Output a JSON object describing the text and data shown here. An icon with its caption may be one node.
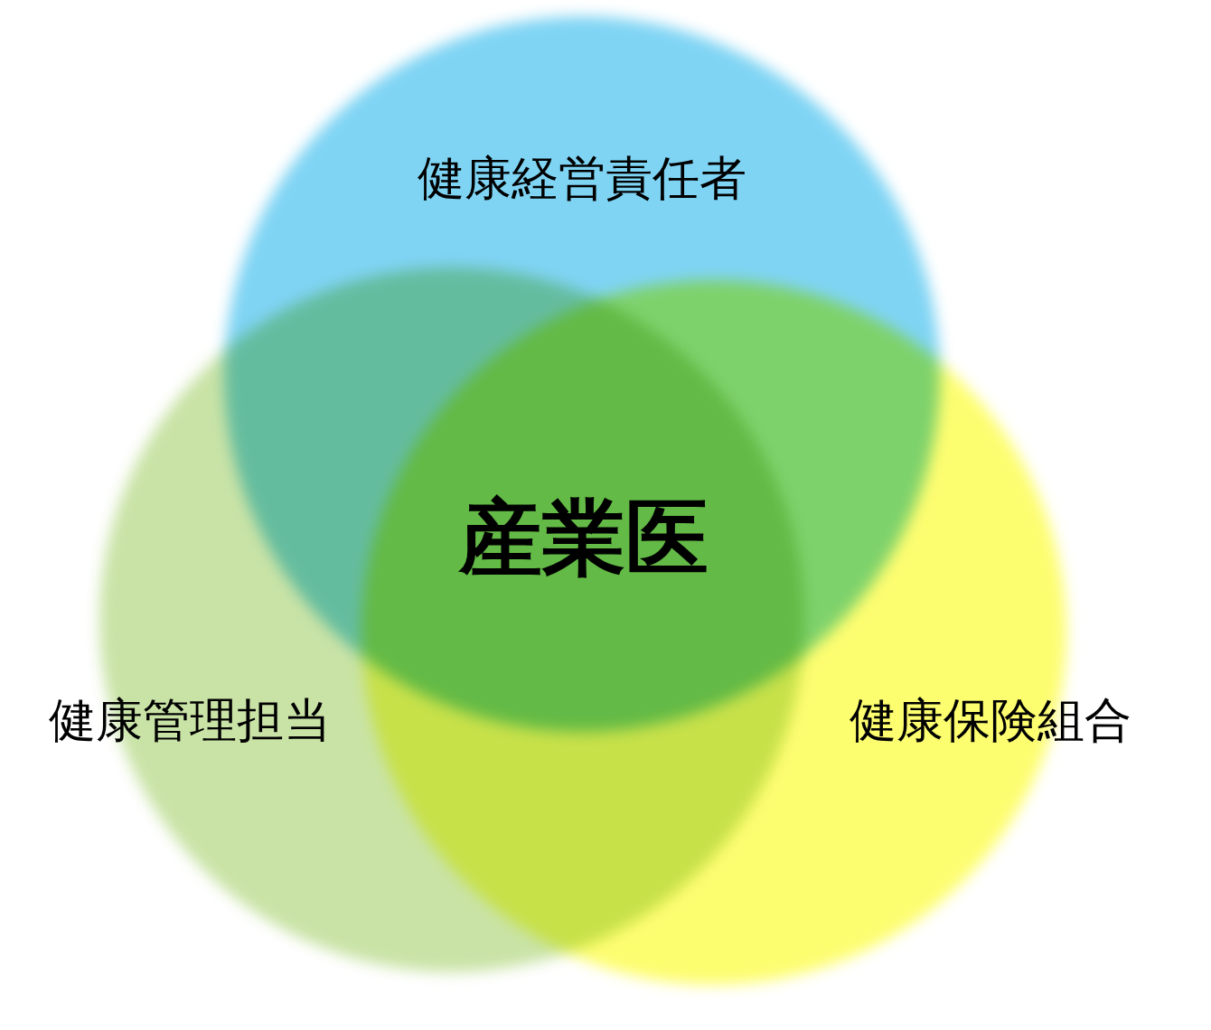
{
  "diagram": {
    "nodes": [
      {
        "text": [
          "健康経営責任者"
        ]
      },
      {
        "text": [
          "健康管理担当"
        ]
      },
      {
        "text": [
          "健康保険組合"
        ]
      }
    ],
    "labels": [
      "産業医"
    ]
  }
}
